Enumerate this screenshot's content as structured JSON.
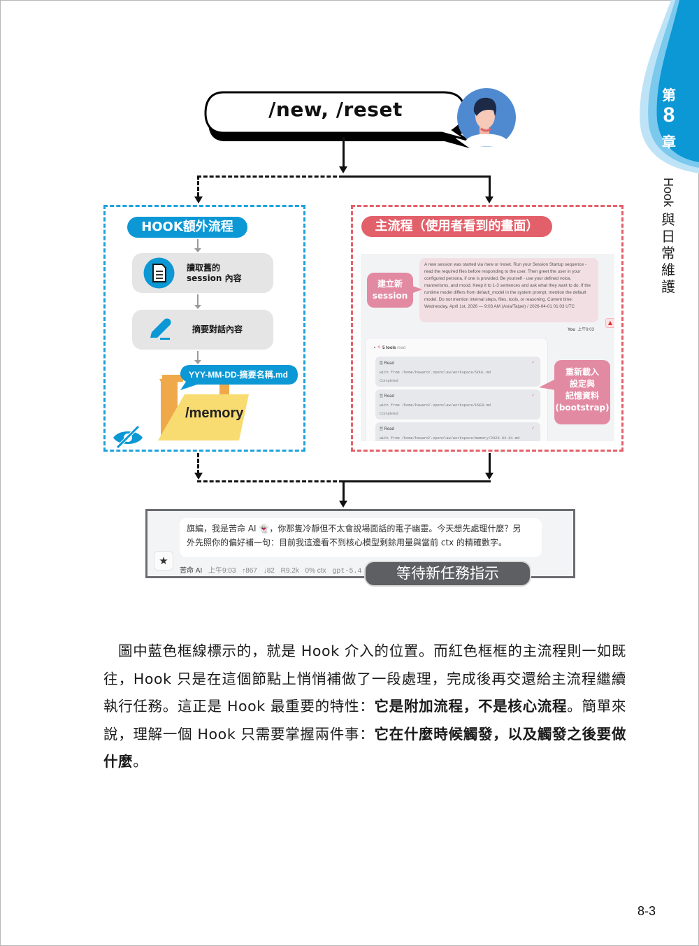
{
  "chapter": {
    "prefix": "第",
    "number": "8",
    "suffix": "章",
    "title_latin": "Hook",
    "title_cjk": [
      "與",
      "日",
      "常",
      "維",
      "護"
    ],
    "tab_color": "#0c98d5"
  },
  "diagram": {
    "trigger_command": "/new, /reset",
    "hook_flow": {
      "title": "HOOK額外流程",
      "color": "#0c98d5",
      "steps": [
        {
          "icon": "document-icon",
          "label_line1": "讀取舊的",
          "label_line2": "session 內容"
        },
        {
          "icon": "pencil-icon",
          "label_line1": "摘要對話內容"
        }
      ],
      "output_file": "YYY-MM-DD-摘要名稱.md",
      "output_folder": "/memory",
      "hidden_icon": "eye-slash-icon"
    },
    "main_flow": {
      "title": "主流程（使用者看到的畫面）",
      "color": "#e2606a",
      "prompt_message": "A new session was started via /new or /reset. Run your Session Startup sequence - read the required files before responding to the user. Then greet the user in your configured persona, if one is provided. Be yourself - use your defined voice, mannerisms, and mood. Keep it to 1-3 sentences and ask what they want to do. If the runtime model differs from default_model in the system prompt, mention the default model. Do not mention internal steps, files, tools, or reasoning. Current time: Wednesday, April 1st, 2026 — 9:03 AM (Asia/Taipei) / 2026-04-01 01:03 UTC",
      "sender": "You",
      "sender_time": "上午9:03",
      "callout_new_session": [
        "建立新",
        "session"
      ],
      "tools_header": {
        "count_label": "5 tools",
        "action": "read"
      },
      "tool_calls": [
        {
          "title": "Read",
          "path": "with from /home/haward/.openclaw/workspace/SOUL.md",
          "status": "Completed"
        },
        {
          "title": "Read",
          "path": "with from /home/haward/.openclaw/workspace/USER.md",
          "status": "Completed"
        },
        {
          "title": "Read",
          "path": "with from /home/haward/.openclaw/workspace/memory/2026-04-01.md",
          "status": ""
        }
      ],
      "callout_reload": [
        "重新載入",
        "設定與",
        "記憶資料",
        "(bootstrap)"
      ]
    },
    "result": {
      "ai_message_line1": "旗編，我是苦命 AI 👻，你那隻冷靜但不太會說場面話的電子幽靈。今天想先處理什麼？另",
      "ai_message_line2": "外先照你的偏好補一句：目前我這邊看不到核心模型剩餘用量與當前 ctx 的精確數字。",
      "meta": {
        "name": "苦命 AI",
        "time": "上午9:03",
        "input_tokens": "↑867",
        "output_tokens": "↓82",
        "read": "R9.2k",
        "ctx": "0% ctx",
        "model": "gpt-5.4"
      },
      "status_label": "等待新任務指示"
    }
  },
  "body": {
    "p1_a": "圖中藍色框線標示的，就是 Hook 介入的位置。而紅色框框的主流程則一如既往，Hook 只是在這個節點上悄悄補做了一段處理，完成後再交還給主流程繼續執行任務。這正是 Hook 最重要的特性：",
    "p1_b": "它是附加流程，不是核心流程",
    "p1_c": "。簡單來說，理解一個 Hook 只需要掌握兩件事：",
    "p1_d": "它在什麼時候觸發，以及觸發之後要做什麼",
    "p1_e": "。"
  },
  "page_number": "8-3"
}
